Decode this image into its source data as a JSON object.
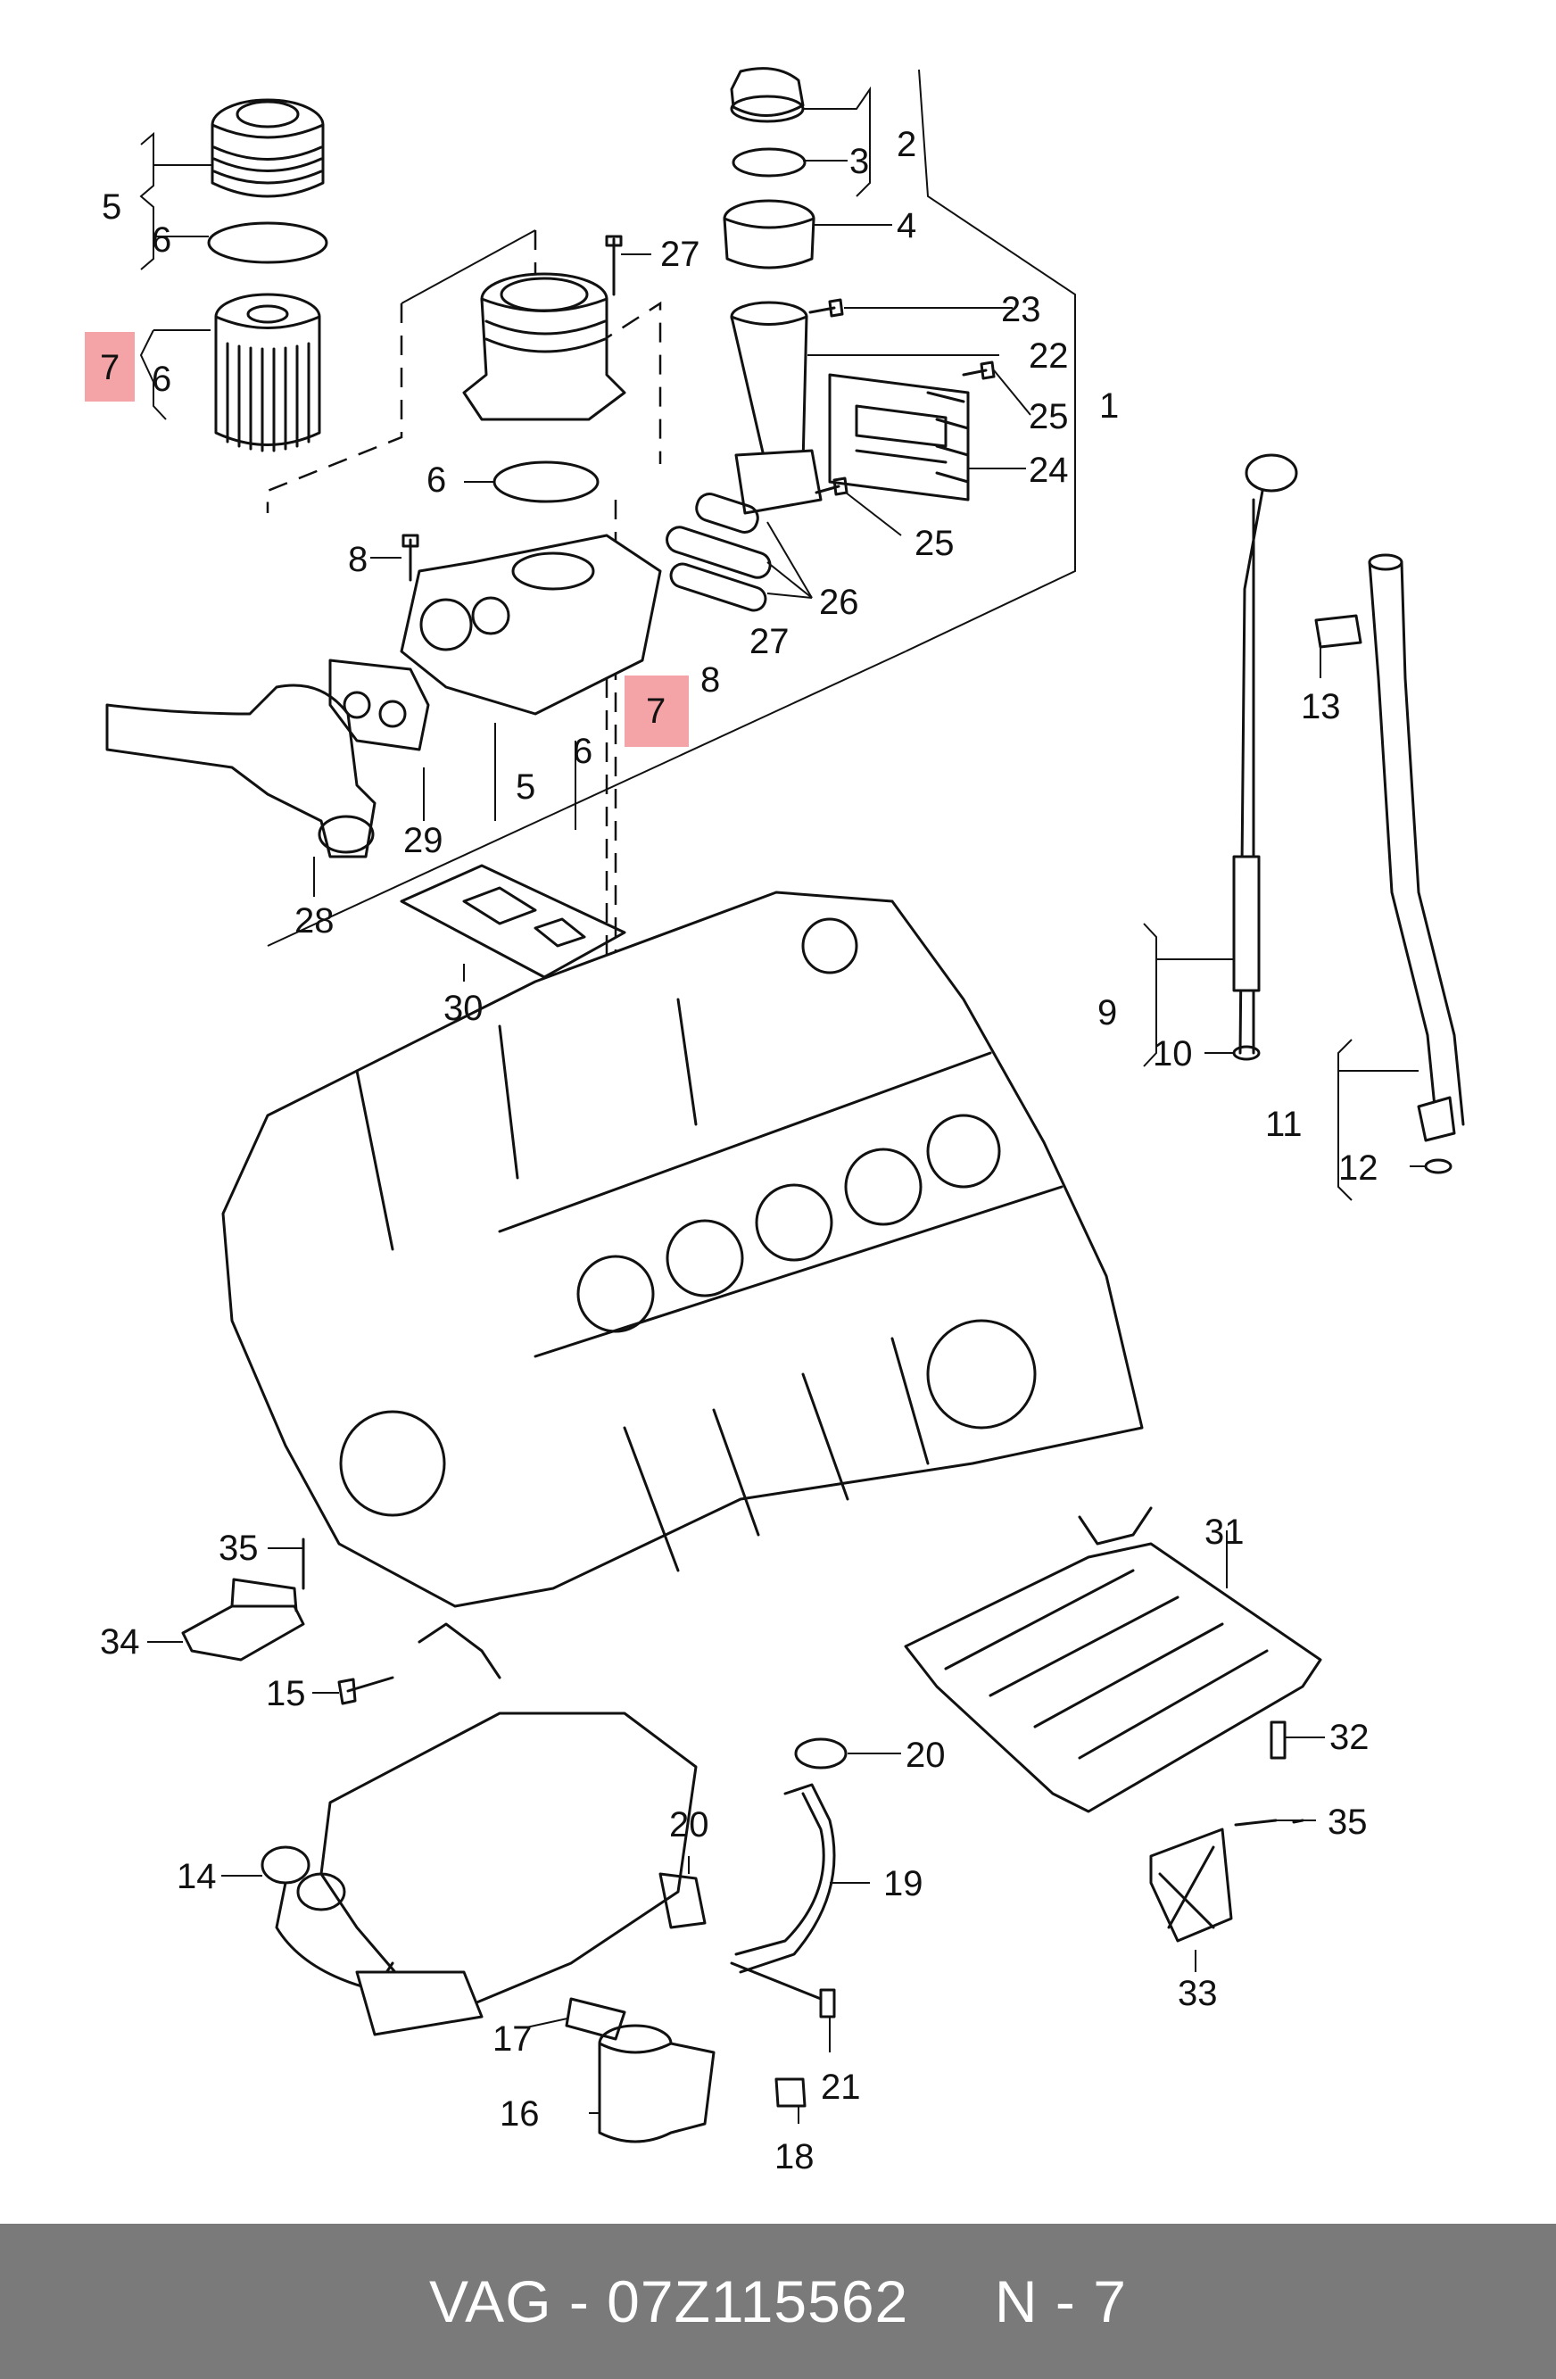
{
  "callouts": {
    "c1": "1",
    "c2": "2",
    "c3": "3",
    "c4": "4",
    "c5a": "5",
    "c5b": "5",
    "c6a": "6",
    "c6b": "6",
    "c6c": "6",
    "c6d": "6",
    "c7a": "7",
    "c7b": "7",
    "c8a": "8",
    "c8b": "8",
    "c9": "9",
    "c10": "10",
    "c11": "11",
    "c12": "12",
    "c13": "13",
    "c14": "14",
    "c15": "15",
    "c16": "16",
    "c17": "17",
    "c18": "18",
    "c19": "19",
    "c20a": "20",
    "c20b": "20",
    "c21": "21",
    "c22": "22",
    "c23": "23",
    "c24": "24",
    "c25a": "25",
    "c25b": "25",
    "c26": "26",
    "c27a": "27",
    "c27b": "27",
    "c28": "28",
    "c29": "29",
    "c30": "30",
    "c31": "31",
    "c32": "32",
    "c33": "33",
    "c34": "34",
    "c35a": "35",
    "c35b": "35"
  },
  "highlight_color": "#f4a3a6",
  "footer": {
    "text": "VAG - 07Z115562     N - 7",
    "background": "#7a7a7a"
  }
}
